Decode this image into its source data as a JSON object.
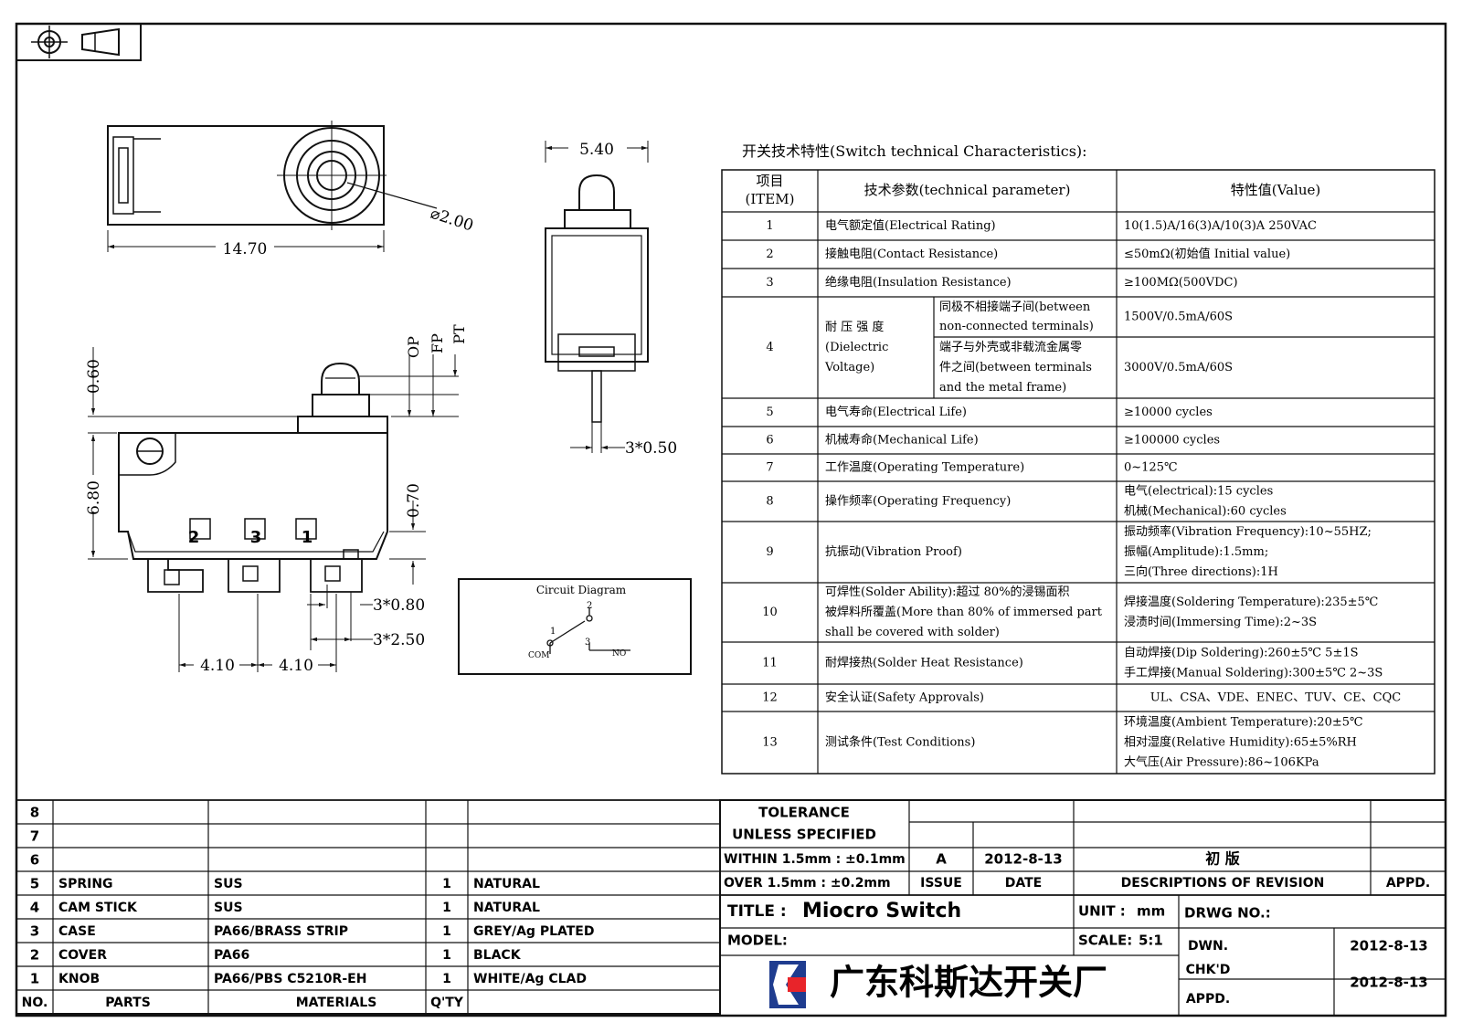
{
  "projection_symbol": "first-angle-projection-icon",
  "dims": {
    "top_width": "14.70",
    "pin_dia": "⌀2.00",
    "side_width": "5.40",
    "pin_thk": "3*0.50",
    "height": "6.80",
    "op": "OP",
    "fp": "FP",
    "pt": "PT",
    "d060": "0.60",
    "d070": "0.70",
    "t080": "3*0.80",
    "t250": "3*2.50",
    "p410a": "4.10",
    "p410b": "4.10",
    "term_2": "2",
    "term_3": "3",
    "term_1": "1"
  },
  "circuit": {
    "title": "Circuit Diagram",
    "n1": "1",
    "n2": "2",
    "n3": "3",
    "com": "COM",
    "no": "NO"
  },
  "specs": {
    "title": "开关技术特性(Switch technical Characteristics):",
    "headers": {
      "item": "项目\n(ITEM)",
      "param": "技术参数(technical parameter)",
      "value": "特性值(Value)"
    },
    "rows": [
      {
        "no": "1",
        "param": "电气额定值(Electrical Rating)",
        "value": "10(1.5)A/16(3)A/10(3)A  250VAC"
      },
      {
        "no": "2",
        "param": "接触电阻(Contact  Resistance)",
        "value": "≤50mΩ(初始值 Initial value)"
      },
      {
        "no": "3",
        "param": "绝缘电阻(Insulation Resistance)",
        "value": "≥100MΩ(500VDC)"
      },
      {
        "no": "4",
        "param": "耐 压 强 度\n(Dielectric\nVoltage)",
        "sub1": "同极不相接端子间(between\nnon-connected terminals)",
        "val1": "1500V/0.5mA/60S",
        "sub2": "端子与外壳或非载流金属零\n件之间(between terminals\nand the metal frame)",
        "val2": "3000V/0.5mA/60S"
      },
      {
        "no": "5",
        "param": "电气寿命(Electrical Life)",
        "value": "≥10000 cycles"
      },
      {
        "no": "6",
        "param": "机械寿命(Mechanical Life)",
        "value": "≥100000 cycles"
      },
      {
        "no": "7",
        "param": "工作温度(Operating Temperature)",
        "value": "0~125℃"
      },
      {
        "no": "8",
        "param": "操作频率(Operating Frequency)",
        "value": "电气(electrical):15 cycles\n机械(Mechanical):60 cycles"
      },
      {
        "no": "9",
        "param": "抗振动(Vibration Proof)",
        "value": "振动频率(Vibration Frequency):10~55HZ;\n振幅(Amplitude):1.5mm;\n三向(Three directions):1H"
      },
      {
        "no": "10",
        "param": "可焊性(Solder Ability):超过 80%的浸锡面积\n被焊料所覆盖(More than 80% of immersed part\nshall be covered with solder)",
        "value": "焊接温度(Soldering Temperature):235±5℃\n浸渍时间(Immersing Time):2~3S"
      },
      {
        "no": "11",
        "param": "耐焊接热(Solder Heat Resistance)",
        "value": "自动焊接(Dip Soldering):260±5℃ 5±1S\n手工焊接(Manual Soldering):300±5℃ 2~3S"
      },
      {
        "no": "12",
        "param": "安全认证(Safety Approvals)",
        "value": "UL、CSA、VDE、ENEC、TUV、CE、CQC"
      },
      {
        "no": "13",
        "param": "测试条件(Test Conditions)",
        "value": "环境温度(Ambient Temperature):20±5℃\n相对湿度(Relative Humidity):65±5%RH\n大气压(Air Pressure):86~106KPa"
      }
    ]
  },
  "parts": {
    "rows": [
      {
        "no": "8",
        "part": "",
        "material": "",
        "qty": "",
        "finish": ""
      },
      {
        "no": "7",
        "part": "",
        "material": "",
        "qty": "",
        "finish": ""
      },
      {
        "no": "6",
        "part": "",
        "material": "",
        "qty": "",
        "finish": ""
      },
      {
        "no": "5",
        "part": "SPRING",
        "material": "SUS",
        "qty": "1",
        "finish": "NATURAL"
      },
      {
        "no": "4",
        "part": "CAM STICK",
        "material": "SUS",
        "qty": "1",
        "finish": "NATURAL"
      },
      {
        "no": "3",
        "part": "CASE",
        "material": "PA66/BRASS STRIP",
        "qty": "1",
        "finish": "GREY/Ag PLATED"
      },
      {
        "no": "2",
        "part": "COVER",
        "material": "PA66",
        "qty": "1",
        "finish": "BLACK"
      },
      {
        "no": "1",
        "part": "KNOB",
        "material": "PA66/PBS C5210R-EH",
        "qty": "1",
        "finish": "WHITE/Ag CLAD"
      }
    ],
    "footer": {
      "no": "NO.",
      "parts": "PARTS",
      "materials": "MATERIALS",
      "qty": "Q'TY"
    }
  },
  "title_block": {
    "tolerance_1": "TOLERANCE",
    "tolerance_2": "UNLESS  SPECIFIED",
    "within": "WITHIN 1.5mm : ±0.1mm",
    "over": "OVER 1.5mm : ±0.2mm",
    "rev_issue": "A",
    "rev_date": "2012-8-13",
    "rev_desc": "初 版",
    "issue_label": "ISSUE",
    "date_label": "DATE",
    "desc_label": "DESCRIPTIONS OF REVISION",
    "appd_label": "APPD.",
    "title_label": "TITLE :",
    "title_value": "Miocro Switch",
    "unit_label": "UNIT :",
    "unit_value": "mm",
    "drwg_label": "DRWG NO.:",
    "model_label": "MODEL:",
    "scale_label": "SCALE:",
    "scale_value": "5:1",
    "dwn_label": "DWN.",
    "dwn_date": "2012-8-13",
    "chkd_label": "CHK'D",
    "chkd_date": "2012-8-13",
    "appd2_label": "APPD.",
    "company": "广东科斯达开关厂"
  }
}
